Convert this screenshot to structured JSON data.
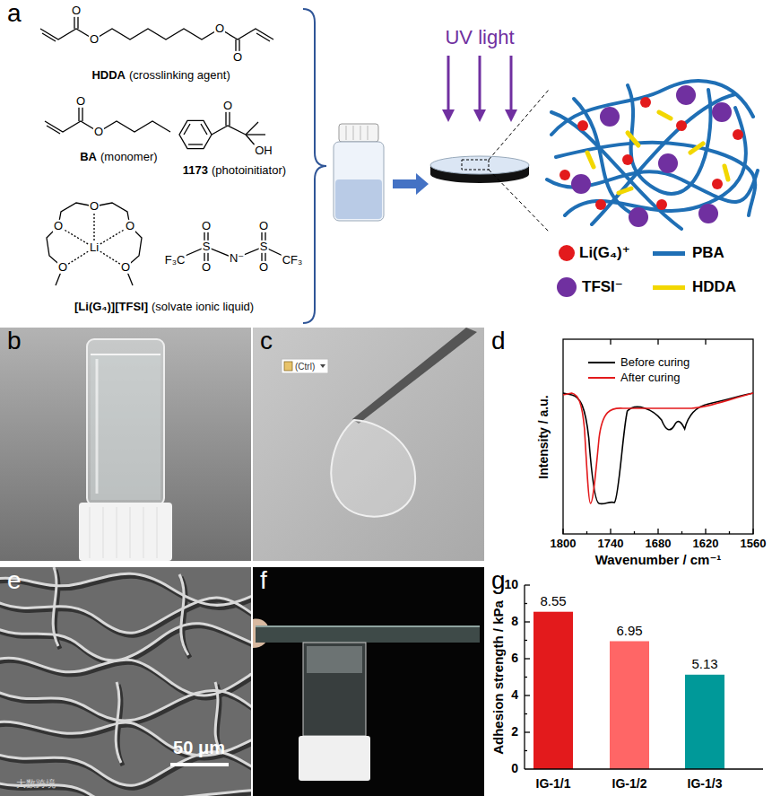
{
  "diagram": {
    "nodes": [
      {
        "text": [
          "a"
        ]
      },
      {
        "text": [
          "b"
        ]
      },
      {
        "text": [
          "c"
        ]
      },
      {
        "text": [
          "d"
        ]
      },
      {
        "text": [
          "e"
        ]
      },
      {
        "text": [
          "f"
        ]
      },
      {
        "text": [
          "g"
        ]
      }
    ],
    "labels": [
      "O",
      "O",
      "O",
      "O",
      "HDDA",
      "(crosslinking agent)",
      "O",
      "O",
      "BA",
      "(monomer)",
      "O",
      "OH",
      "1173",
      "(photoinitiator)",
      "O",
      "O",
      "O",
      "O",
      "O",
      "Li",
      "F₃C",
      "S",
      "O",
      "O",
      "N⁻",
      "S",
      "O",
      "O",
      "CF₃",
      "[Li(G₄)][TFSI]",
      "(solvate ionic liquid)",
      "UV light",
      "(Ctrl)",
      "Intensity / a.u.",
      "Wavenumber / cm⁻¹",
      "1800",
      "1740",
      "1680",
      "1620",
      "1560",
      "50 μm",
      "大数跨境",
      "Adhesion strength / kPa",
      "0",
      "2",
      "4",
      "6",
      "8",
      "10",
      "8.55",
      "6.95",
      "5.13",
      "IG-1/1",
      "IG-1/2",
      "IG-1/3"
    ],
    "legend": [
      {
        "text": "Li(G₄)⁺",
        "color": "#e31a1c"
      },
      {
        "text": "PBA"
      },
      {
        "text": "TFSI⁻",
        "color": "#7030a0"
      },
      {
        "text": "HDDA"
      },
      {
        "text": "Before curing"
      },
      {
        "text": "After curing"
      }
    ]
  }
}
